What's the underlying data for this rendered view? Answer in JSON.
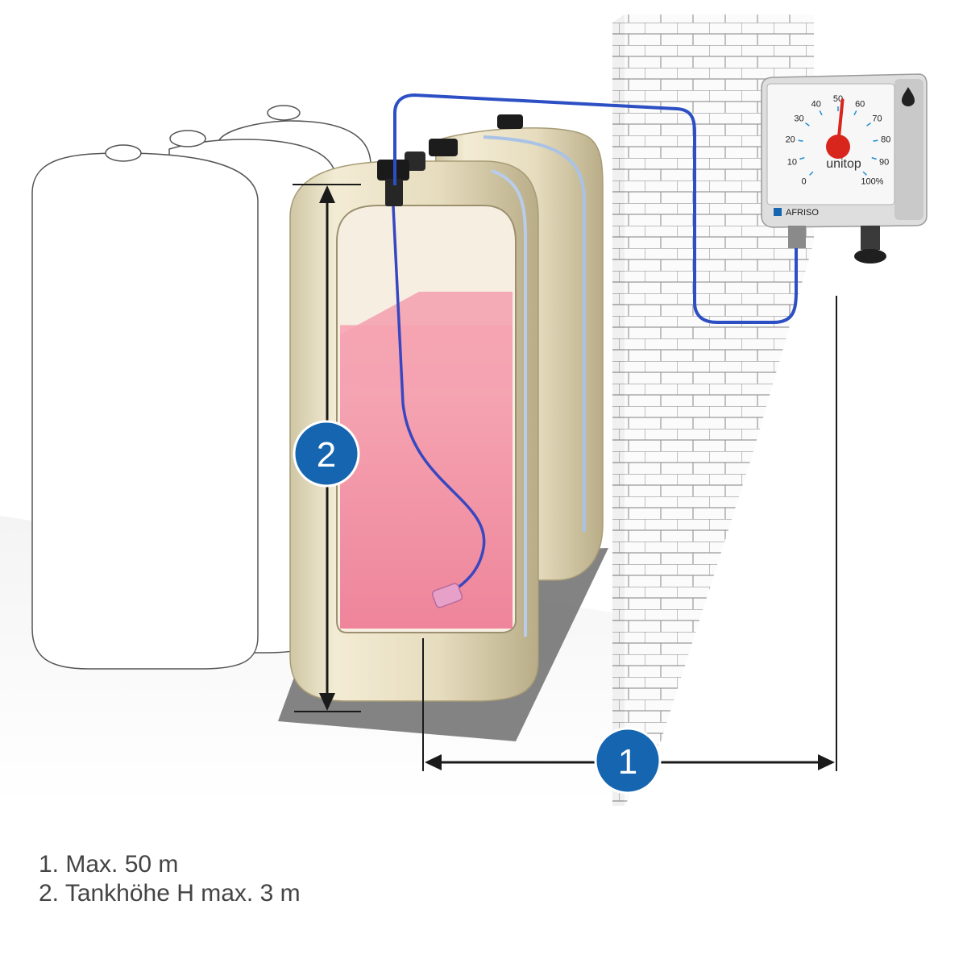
{
  "gauge": {
    "brand": "AFRISO",
    "product": "unitop",
    "unit_mark": "%",
    "ticks": [
      "0",
      "10",
      "20",
      "30",
      "40",
      "50",
      "60",
      "70",
      "80",
      "90",
      "100%"
    ],
    "level_percent": 52
  },
  "markers": [
    {
      "number": "1"
    },
    {
      "number": "2"
    }
  ],
  "legend": [
    {
      "text": "1. Max. 50 m"
    },
    {
      "text": "2. Tankhöhe H max. 3 m"
    }
  ],
  "tank": {
    "fill_fraction": 0.72
  },
  "colors": {
    "marker_blue": "#1565b0",
    "hose_blue": "#2d4fc4",
    "liquid_pink": "#f28aa0",
    "tank_beige": "#e9e0c4",
    "needle_red": "#d8261d",
    "dimension_line": "#1a1a1a"
  }
}
